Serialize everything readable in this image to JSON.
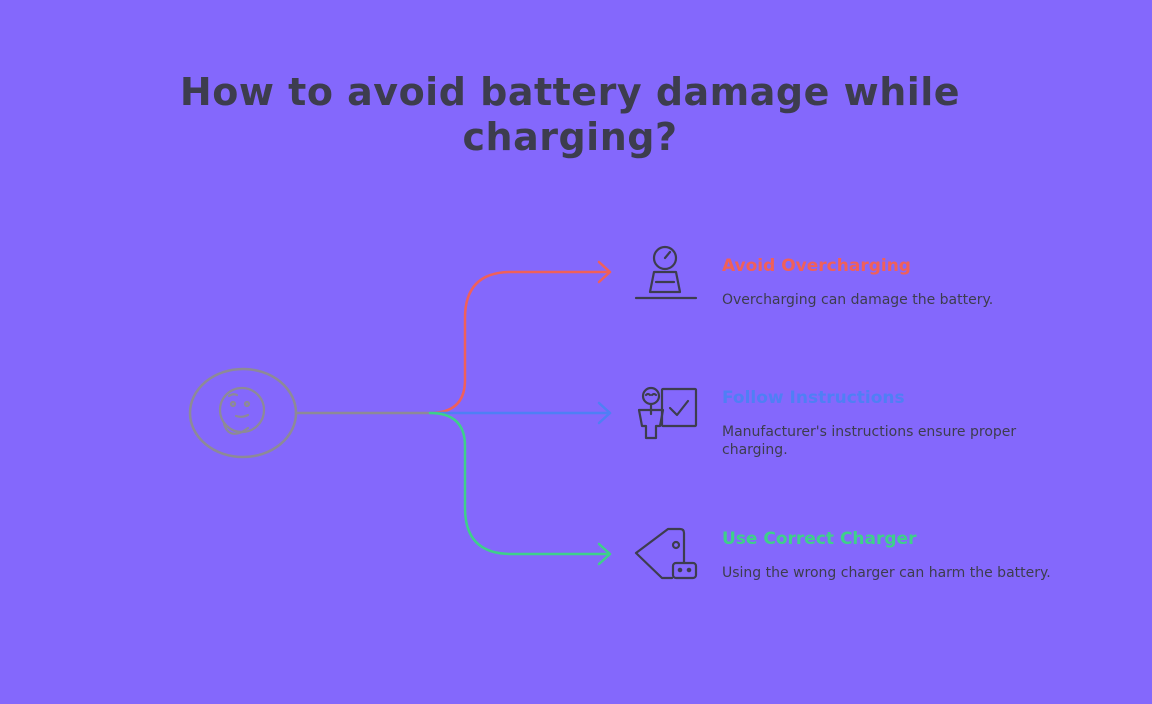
{
  "title": "How to avoid battery damage while charging?",
  "colors": {
    "background": "#8468fc",
    "text": "#3d3d4e",
    "hub": "#8d8a96",
    "branch_overcharging": "#f0605a",
    "branch_instructions": "#4f7ff5",
    "branch_charger": "#3ed08a"
  },
  "hub": {
    "icon": "thinking-face-icon"
  },
  "items": [
    {
      "title": "Avoid Overcharging",
      "description": "Overcharging can damage the battery.",
      "icon": "battery-gauge-icon",
      "color": "#f0605a"
    },
    {
      "title": "Follow Instructions",
      "description": "Manufacturer's instructions ensure proper charging.",
      "icon": "presenter-checkmark-icon",
      "color": "#4f7ff5"
    },
    {
      "title": "Use Correct Charger",
      "description": "Using the wrong charger can harm the battery.",
      "icon": "charger-tag-icon",
      "color": "#3ed08a"
    }
  ]
}
